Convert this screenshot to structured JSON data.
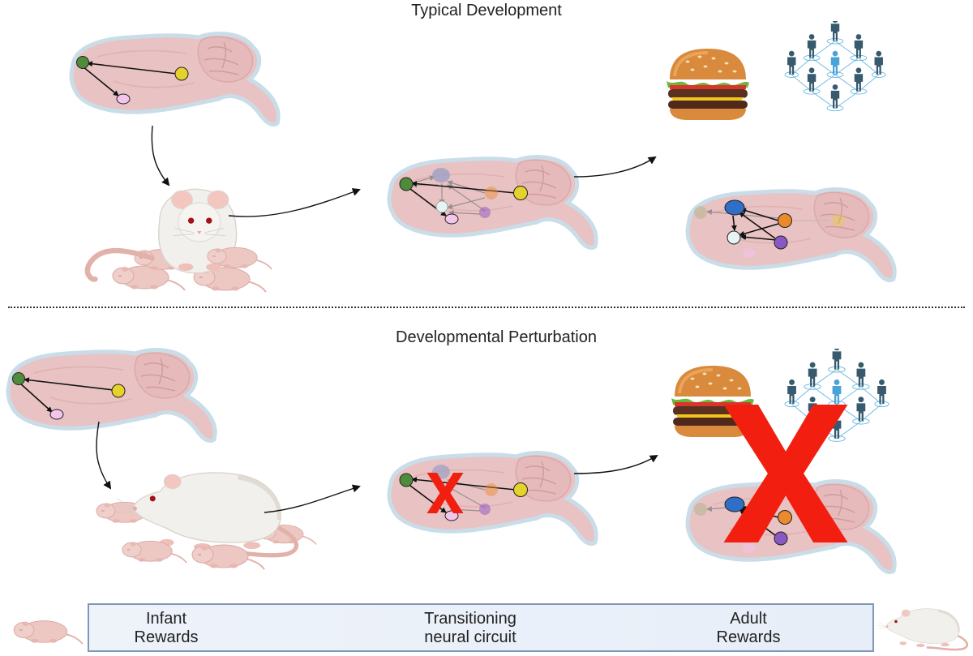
{
  "sections": {
    "typical": {
      "title": "Typical Development"
    },
    "perturbation": {
      "title": "Developmental Perturbation"
    }
  },
  "timeline": {
    "stages": [
      {
        "line1": "Infant",
        "line2": "Rewards"
      },
      {
        "line1": "Transitioning",
        "line2": "neural circuit"
      },
      {
        "line1": "Adult",
        "line2": "Rewards"
      }
    ]
  },
  "colors": {
    "brain": "#e9c2c3",
    "brain_outline": "#c6dbe8",
    "node_green": "#4e8c3c",
    "node_yellow": "#e5d22a",
    "node_pink": "#f3c4ec",
    "node_orange": "#ea8a2c",
    "node_purple": "#8a58c4",
    "node_blue": "#2f6fc8",
    "node_white": "#e6f4f4",
    "cross_red": "#f21f10",
    "person_dark": "#375a6e",
    "person_highlight": "#4aa3d8",
    "rat_white": "#f2f0ec",
    "pup_pink": "#edc7c2"
  },
  "icons": [
    "brain-icon",
    "rat-icon",
    "rat-pup-icon",
    "burger-icon",
    "social-network-icon",
    "cross-icon",
    "arrow-icon"
  ]
}
